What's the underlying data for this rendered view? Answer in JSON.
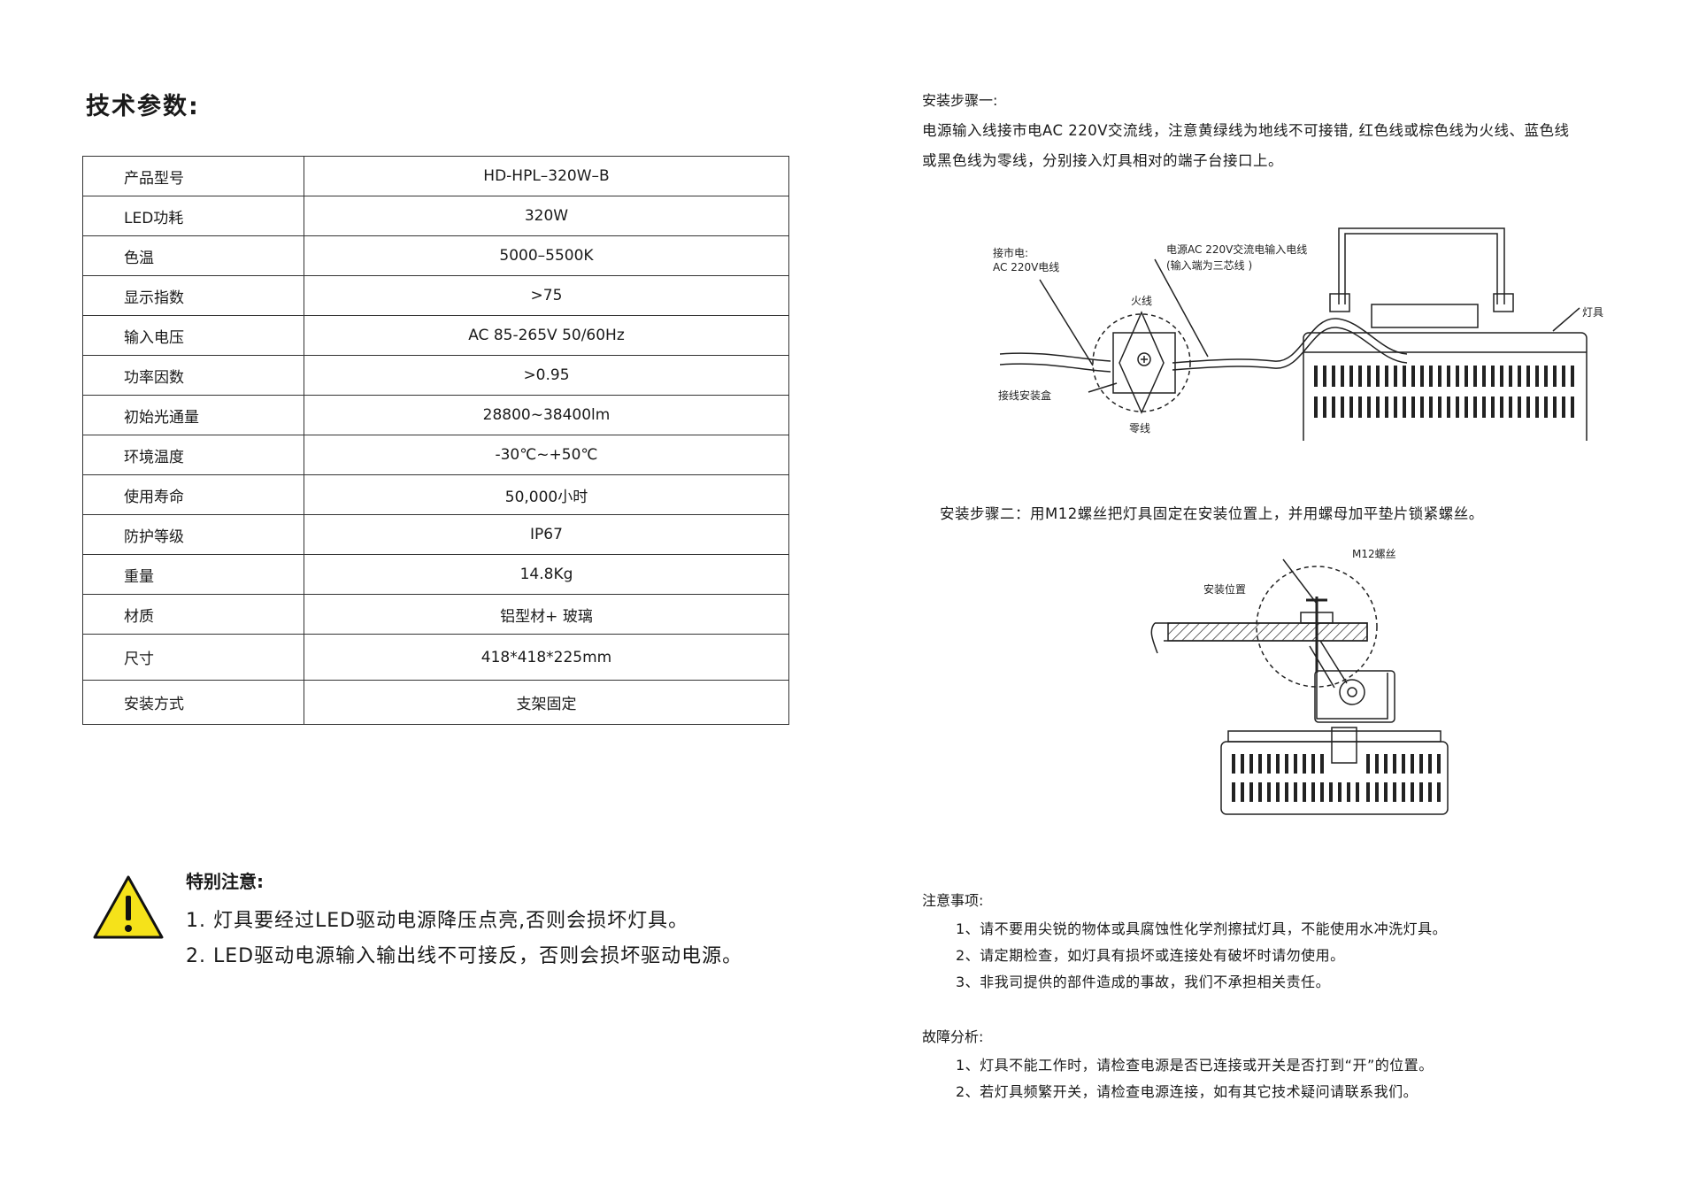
{
  "spec": {
    "heading": "技术参数:",
    "rows": [
      {
        "label": "产品型号",
        "value": "HD-HPL–320W–B"
      },
      {
        "label": "LED功耗",
        "value": "320W"
      },
      {
        "label": "色温",
        "value": "5000–5500K"
      },
      {
        "label": "显示指数",
        "value": ">75"
      },
      {
        "label": "输入电压",
        "value": "AC 85-265V 50/60Hz"
      },
      {
        "label": "功率因数",
        "value": ">0.95"
      },
      {
        "label": "初始光通量",
        "value": "28800~38400lm"
      },
      {
        "label": "环境温度",
        "value": "-30℃~+50℃"
      },
      {
        "label": "使用寿命",
        "value": "50,000小时"
      },
      {
        "label": "防护等级",
        "value": "IP67"
      },
      {
        "label": "重量",
        "value": "14.8Kg"
      },
      {
        "label": "材质",
        "value": "铝型材+ 玻璃"
      },
      {
        "label": "尺寸",
        "value": "418*418*225mm"
      },
      {
        "label": "安装方式",
        "value": "支架固定"
      }
    ]
  },
  "warning": {
    "icon": "warning-triangle-icon",
    "title": "特别注意:",
    "lines": [
      "1. 灯具要经过LED驱动电源降压点亮,否则会损坏灯具。",
      "2. LED驱动电源输入输出线不可接反，否则会损坏驱动电源。"
    ]
  },
  "install": {
    "step1_title": "安装步骤一:",
    "step1_lines": [
      "电源输入线接市电AC 220V交流线，注意黄绿线为地线不可接错, 红色线或棕色线为火线、蓝色线",
      "或黑色线为零线，分别接入灯具相对的端子台接口上。"
    ],
    "diagram1": {
      "mains_label_1": "接市电:",
      "mains_label_2": "AC 220V电线",
      "input_label_1": "电源AC 220V交流电输入电线",
      "input_label_2": "(输入端为三芯线 )",
      "live_label": "火线",
      "neutral_label": "零线",
      "box_label": "接线安装盒",
      "fixture_label": "灯具"
    },
    "step2_text": "安装步骤二：用M12螺丝把灯具固定在安装位置上，并用螺母加平垫片锁紧螺丝。",
    "diagram2": {
      "screw_label": "M12螺丝",
      "position_label": "安装位置"
    }
  },
  "notes": {
    "title": "注意事项:",
    "items": [
      "1、请不要用尖锐的物体或具腐蚀性化学剂擦拭灯具，不能使用水冲洗灯具。",
      "2、请定期检查，如灯具有损坏或连接处有破坏时请勿使用。",
      "3、非我司提供的部件造成的事故，我们不承担相关责任。"
    ]
  },
  "faults": {
    "title": "故障分析:",
    "items": [
      "1、灯具不能工作时，请检查电源是否已连接或开关是否打到“开”的位置。",
      "2、若灯具频繁开关，请检查电源连接，如有其它技术疑问请联系我们。"
    ]
  }
}
